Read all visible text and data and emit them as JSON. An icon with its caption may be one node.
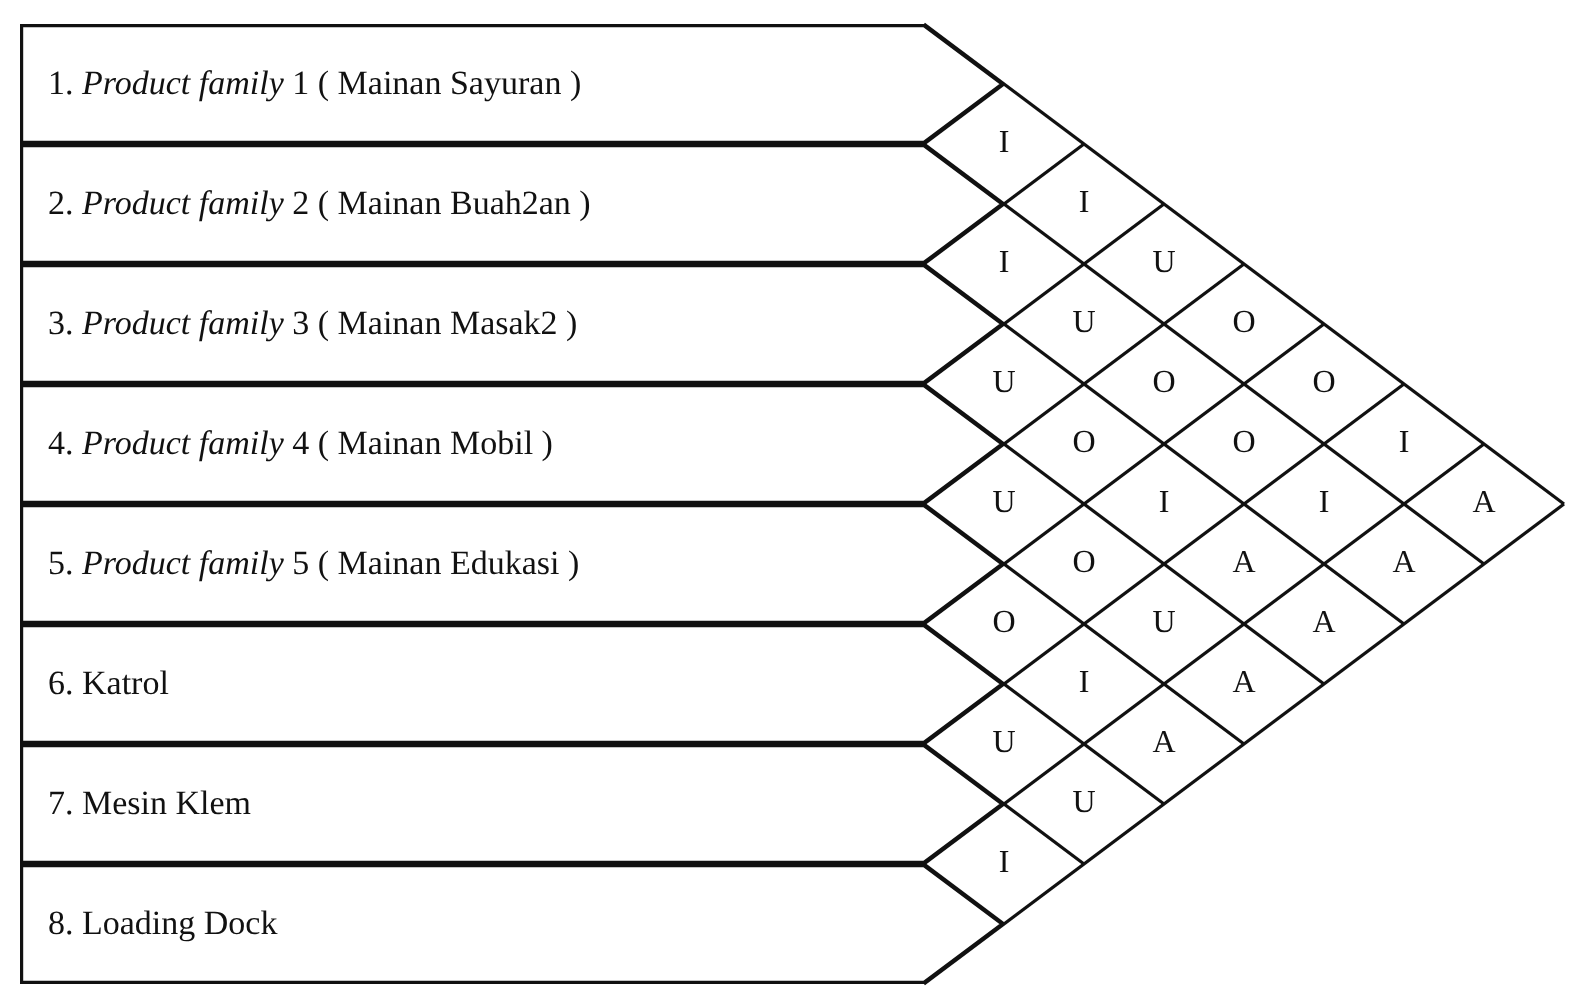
{
  "diagram": {
    "nodes": [
      {
        "text": [
          "1. *Product family* 1 ( Mainan Sayuran )"
        ]
      },
      {
        "text": [
          "2. *Product family* 2 ( Mainan Buah2an )"
        ]
      },
      {
        "text": [
          "3. *Product family* 3 ( Mainan Masak2 )"
        ]
      },
      {
        "text": [
          "4. *Product family* 4 ( Mainan Mobil )"
        ]
      },
      {
        "text": [
          "5. *Product family* 5 ( Mainan Edukasi )"
        ]
      },
      {
        "text": [
          "6. Katrol"
        ]
      },
      {
        "text": [
          "7. Mesin Klem"
        ]
      },
      {
        "text": [
          "8. Loading Dock"
        ]
      }
    ],
    "edges": [],
    "labels": [
      "I",
      "I",
      "U",
      "O",
      "O",
      "I",
      "A",
      "I",
      "U",
      "O",
      "O",
      "I",
      "A",
      "U",
      "O",
      "I",
      "A",
      "A",
      "U",
      "O",
      "U",
      "A",
      "O",
      "I",
      "A",
      "U",
      "U",
      "I"
    ]
  }
}
